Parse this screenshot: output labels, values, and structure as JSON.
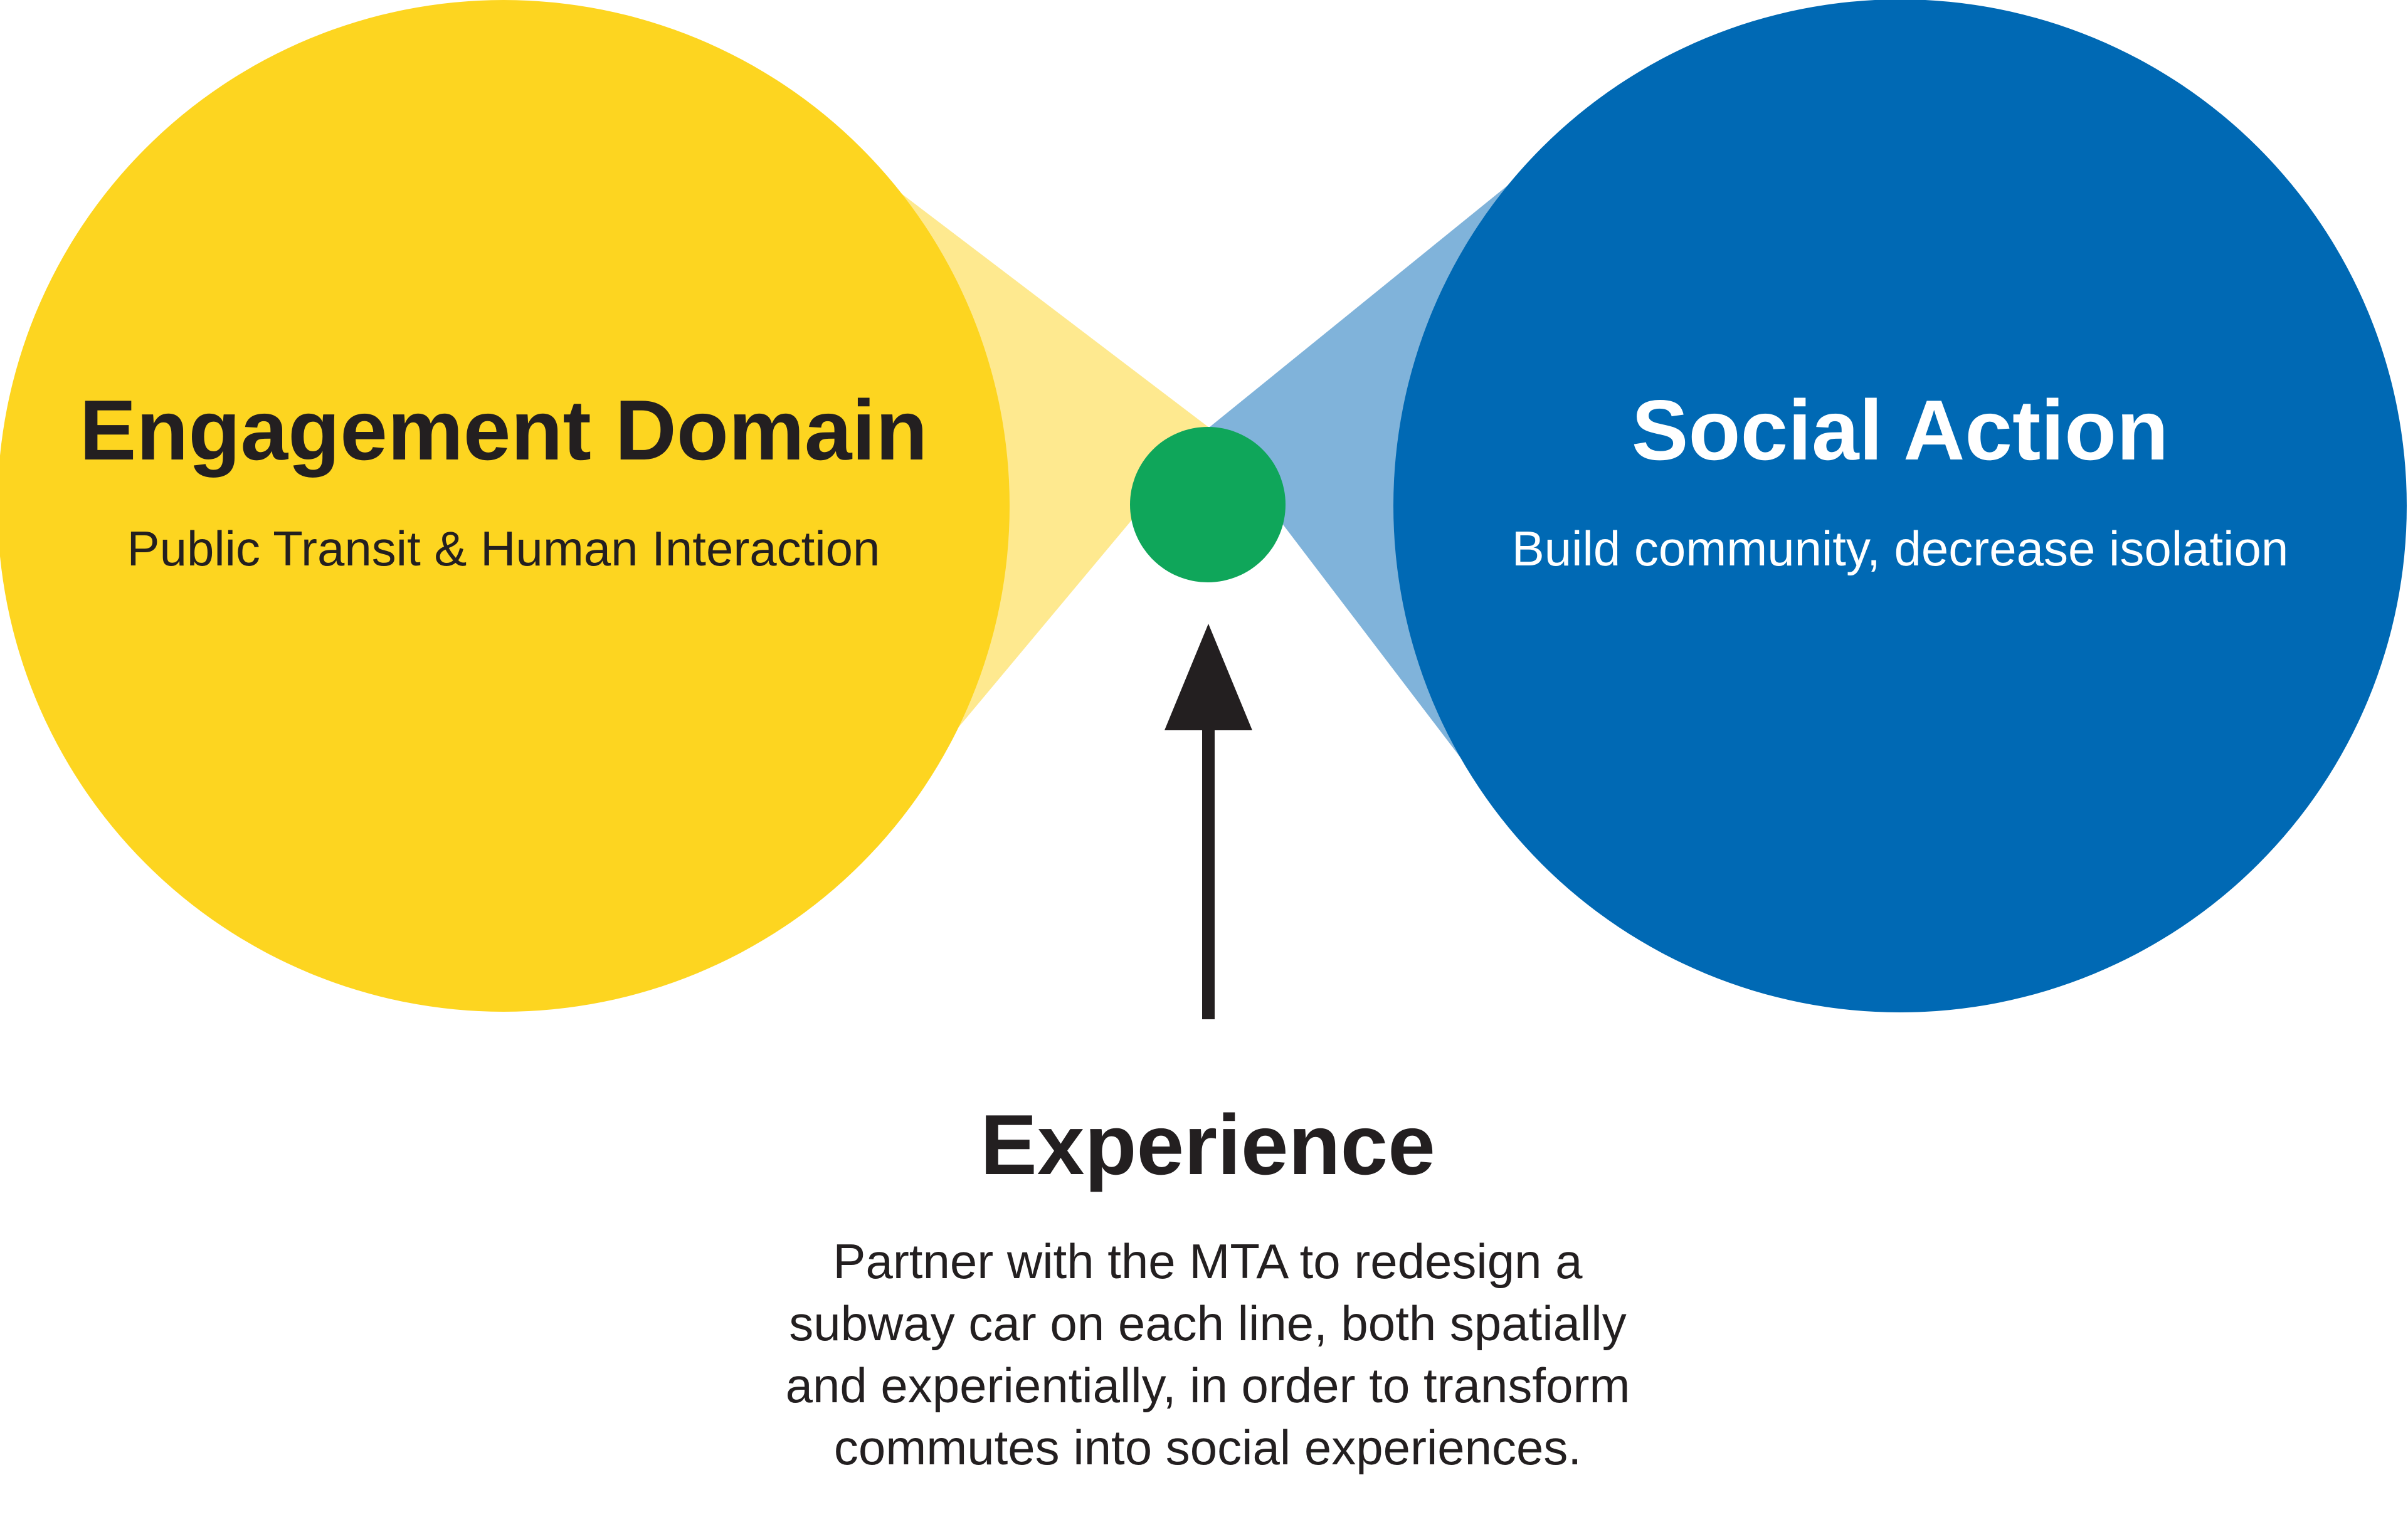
{
  "colors": {
    "left_circle": "#fdd520",
    "left_cone": "#fee98f",
    "right_circle": "#0069b4",
    "right_cone": "#80b3da",
    "center_dot": "#0fa65a",
    "text_dark": "#231f20",
    "text_light": "#ffffff",
    "arrow": "#231f20"
  },
  "left": {
    "title": "Engagement Domain",
    "subtitle": "Public Transit & Human Interaction"
  },
  "right": {
    "title": "Social Action",
    "subtitle": "Build community, decrease isolation"
  },
  "bottom": {
    "title": "Experience",
    "lines": [
      "Partner with the MTA to redesign a",
      "subway car on each line, both spatially",
      "and experientially, in order to transform",
      "commutes into social experiences."
    ]
  }
}
